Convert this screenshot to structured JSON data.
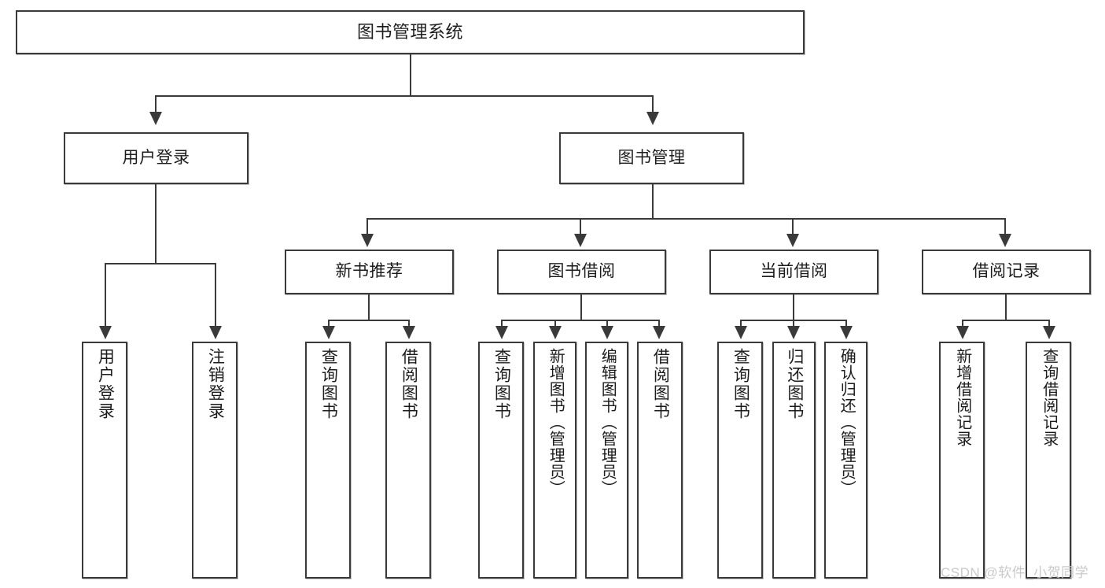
{
  "diagram": {
    "type": "tree-hierarchy-diagram",
    "title": "图书管理系统",
    "orientation": "top-down",
    "levels": 4,
    "colors": {
      "stroke": "#3a3a3a",
      "fill": "#ffffff",
      "text": "#1c1c1c",
      "watermark": "#c9c9c9"
    },
    "nodes": {
      "root": {
        "label": "图书管理系统"
      },
      "level2": [
        {
          "id": "user-login",
          "label": "用户登录"
        },
        {
          "id": "book-manage",
          "label": "图书管理"
        }
      ],
      "level3": [
        {
          "id": "new-book-recommend",
          "label": "新书推荐"
        },
        {
          "id": "book-borrow",
          "label": "图书借阅"
        },
        {
          "id": "current-borrow",
          "label": "当前借阅"
        },
        {
          "id": "borrow-record",
          "label": "借阅记录"
        }
      ],
      "leaves": [
        {
          "id": "leaf-user-login",
          "label": "用户登录",
          "parent": "user-login"
        },
        {
          "id": "leaf-logout-login",
          "label": "注销登录",
          "parent": "user-login"
        },
        {
          "id": "leaf-query-book-1",
          "label": "查询图书",
          "parent": "new-book-recommend"
        },
        {
          "id": "leaf-borrow-book-1",
          "label": "借阅图书",
          "parent": "new-book-recommend"
        },
        {
          "id": "leaf-query-book-2",
          "label": "查询图书",
          "parent": "book-borrow"
        },
        {
          "id": "leaf-add-book",
          "label": "新增图书（管理员）",
          "parent": "book-borrow"
        },
        {
          "id": "leaf-edit-book",
          "label": "编辑图书（管理员）",
          "parent": "book-borrow"
        },
        {
          "id": "leaf-borrow-book-2",
          "label": "借阅图书",
          "parent": "book-borrow"
        },
        {
          "id": "leaf-query-book-3",
          "label": "查询图书",
          "parent": "current-borrow"
        },
        {
          "id": "leaf-return-book",
          "label": "归还图书",
          "parent": "current-borrow"
        },
        {
          "id": "leaf-confirm-return",
          "label": "确认归还（管理员）",
          "parent": "current-borrow"
        },
        {
          "id": "leaf-add-record",
          "label": "新增借阅记录",
          "parent": "borrow-record"
        },
        {
          "id": "leaf-query-record",
          "label": "查询借阅记录",
          "parent": "borrow-record"
        }
      ]
    },
    "watermark": "CSDN @软件_小贺同学"
  }
}
